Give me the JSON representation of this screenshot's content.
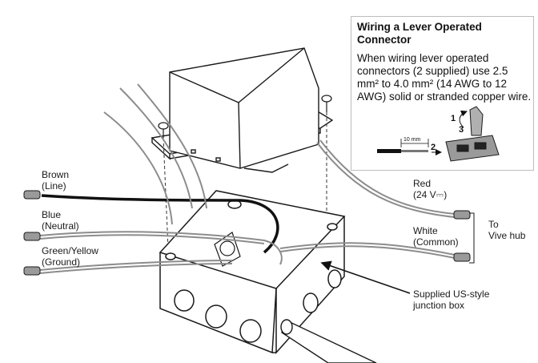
{
  "labels": {
    "brown": "Brown",
    "brown_sub": "(Line)",
    "blue": "Blue",
    "blue_sub": "(Neutral)",
    "green": "Green/Yellow",
    "green_sub": "(Ground)",
    "red": "Red",
    "red_sub": "(24 V⎓)",
    "white": "White",
    "white_sub": "(Common)",
    "to": "To",
    "vive": "Vive hub",
    "junction_1": "Supplied US-style",
    "junction_2": "junction box"
  },
  "inset": {
    "title": "Wiring a Lever Operated Connector",
    "body": "When wiring lever operated connectors (2 supplied) use 2.5 mm² to 4.0 mm² (14 AWG to 12 AWG) solid or stranded copper wire.",
    "strip_length": "10 mm",
    "step_1": "1",
    "step_2": "2",
    "step_3": "3"
  },
  "colors": {
    "line": "#1a1a1a",
    "wire_black": "#111111",
    "wire_gray": "#8c8c8c",
    "box_fill": "#ffffff",
    "connector_fill": "#9a9a9a"
  }
}
